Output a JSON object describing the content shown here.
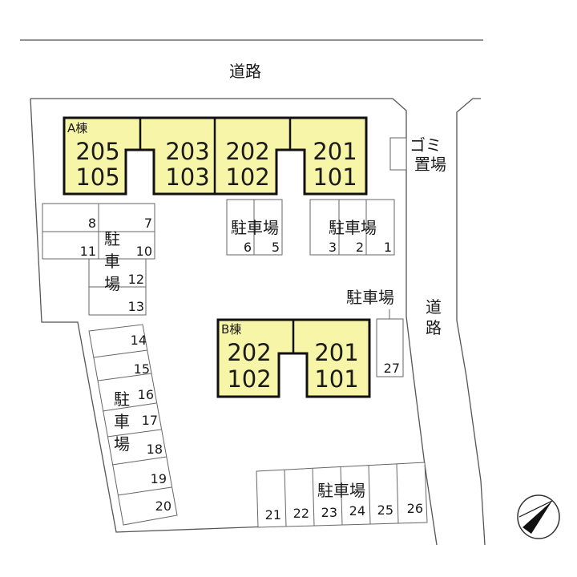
{
  "roads": {
    "top": "道路",
    "right_1": "道",
    "right_2": "路"
  },
  "garbage": {
    "line1": "ゴミ",
    "line2": "置場"
  },
  "building_a": {
    "name": "A棟",
    "units": [
      {
        "upper": "205",
        "lower": "105"
      },
      {
        "upper": "203",
        "lower": "103"
      },
      {
        "upper": "202",
        "lower": "102"
      },
      {
        "upper": "201",
        "lower": "101"
      }
    ]
  },
  "building_b": {
    "name": "B棟",
    "units": [
      {
        "upper": "202",
        "lower": "102"
      },
      {
        "upper": "201",
        "lower": "101"
      }
    ]
  },
  "parking": {
    "label": "駐車場",
    "label_chars": [
      "駐",
      "車",
      "場"
    ],
    "spaces": [
      "1",
      "2",
      "3",
      "5",
      "6",
      "7",
      "8",
      "10",
      "11",
      "12",
      "13",
      "14",
      "15",
      "16",
      "17",
      "18",
      "19",
      "20",
      "21",
      "22",
      "23",
      "24",
      "25",
      "26",
      "27"
    ]
  },
  "colors": {
    "building_fill": "#f7f5a8",
    "outline": "#111111"
  }
}
